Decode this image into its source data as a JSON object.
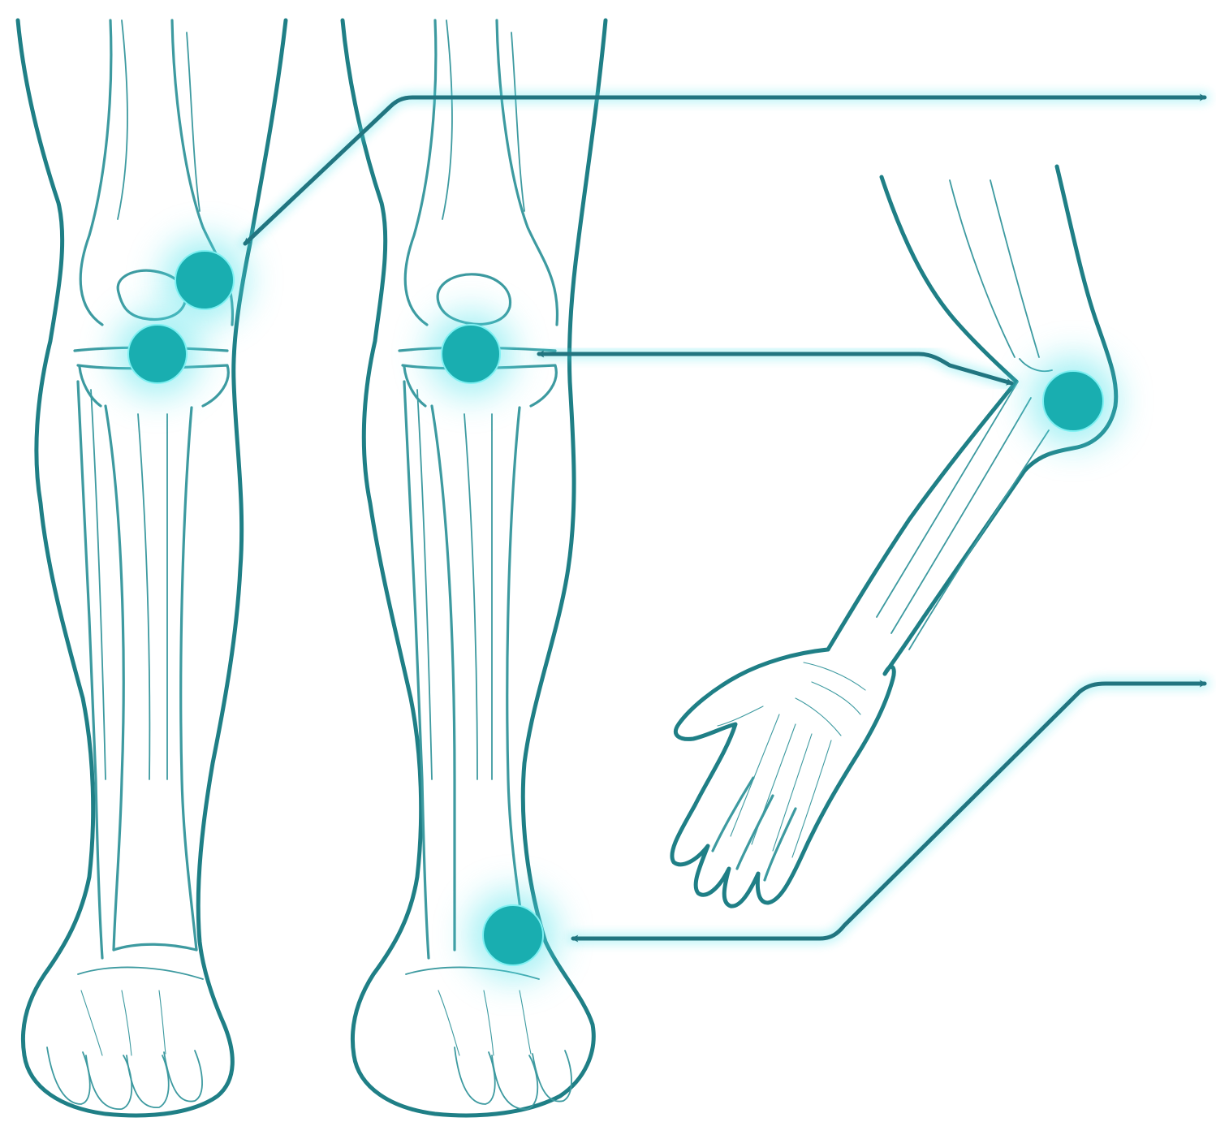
{
  "colors": {
    "background": "#ffffff",
    "outline": "#1f7f86",
    "bone_line": "#3d9aa0",
    "joint_marker": "#19aeb0",
    "glow": "#4fe3ea",
    "arrow": "#217580"
  },
  "figures": [
    {
      "id": "left-leg",
      "icon": "leg-skeleton-icon"
    },
    {
      "id": "right-leg",
      "icon": "leg-skeleton-icon"
    },
    {
      "id": "arm",
      "icon": "arm-skeleton-icon"
    }
  ],
  "joint_markers": [
    {
      "id": "left-knee-upper",
      "joint": "knee"
    },
    {
      "id": "left-knee-lower",
      "joint": "knee"
    },
    {
      "id": "right-knee",
      "joint": "knee"
    },
    {
      "id": "elbow",
      "joint": "elbow"
    },
    {
      "id": "right-ankle",
      "joint": "ankle"
    }
  ],
  "arrows": [
    {
      "id": "arrow-left-knee",
      "direction": "two-headed"
    },
    {
      "id": "arrow-right-knee-elbow",
      "direction": "two-headed"
    },
    {
      "id": "arrow-ankle",
      "direction": "two-headed"
    }
  ]
}
